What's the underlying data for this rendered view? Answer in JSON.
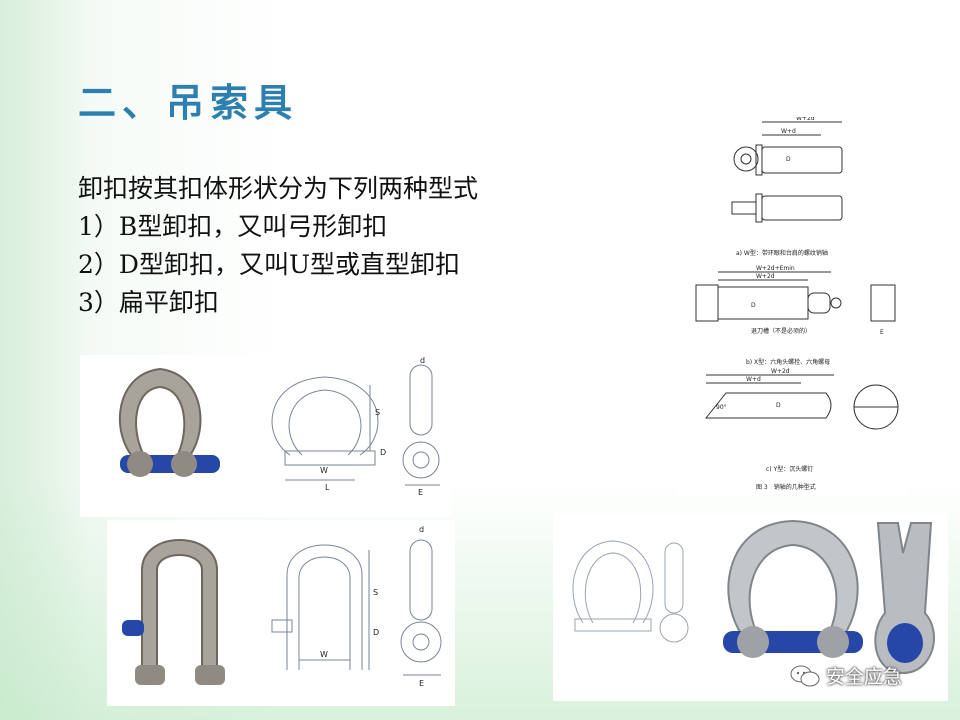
{
  "slide": {
    "title": "二、吊索具",
    "lines": [
      "卸扣按其扣体形状分为下列两种型式",
      "1）B型卸扣，又叫弓形卸扣",
      "2）D型卸扣，又叫U型或直型卸扣",
      "3）扁平卸扣"
    ]
  },
  "figures": {
    "b_shackle": {
      "dims": [
        "d",
        "D",
        "S",
        "W",
        "L",
        "E"
      ]
    },
    "d_shackle": {
      "dims": [
        "d",
        "D",
        "S",
        "W",
        "E"
      ]
    },
    "pin_drawing": {
      "dim_w2d": "W+2d",
      "dim_wd": "W+d",
      "dim_w2de": "W+2d+Emin",
      "dim_e": "E",
      "dim_d": "D",
      "angle": "90°",
      "groove_note": "退刀槽（不是必须的）",
      "caption_a": "a) W型：带环眼和台肩的螺纹销轴",
      "caption_b": "b) X型：六角头螺栓、六角螺母",
      "caption_c": "c) Y型：沉头螺钉",
      "figure_caption": "图 3　销轴的几种型式"
    }
  },
  "watermark": {
    "text": "安全应急",
    "icon": "wechat-icon"
  },
  "colors": {
    "title": "#2d7fb0",
    "pin_blue": "#2747a8",
    "steel": "#a9a49b"
  }
}
